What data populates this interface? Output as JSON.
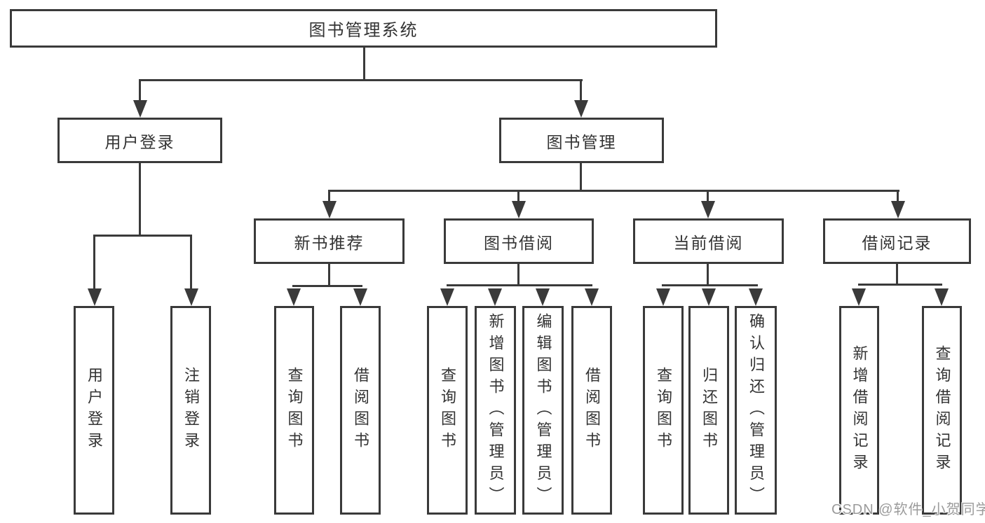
{
  "diagram": {
    "root": {
      "label": "图书管理系统"
    },
    "level1": [
      {
        "label": "用户登录"
      },
      {
        "label": "图书管理"
      }
    ],
    "level2": [
      {
        "label": "新书推荐"
      },
      {
        "label": "图书借阅"
      },
      {
        "label": "当前借阅"
      },
      {
        "label": "借阅记录"
      }
    ],
    "leaves": {
      "user_login": [
        {
          "label": "用户登录"
        },
        {
          "label": "注销登录"
        }
      ],
      "new_book_recommendation": [
        {
          "label": "查询图书"
        },
        {
          "label": "借阅图书"
        }
      ],
      "book_borrowing": [
        {
          "label": "查询图书"
        },
        {
          "label": "新增图书（管理员）"
        },
        {
          "label": "编辑图书（管理员）"
        },
        {
          "label": "借阅图书"
        }
      ],
      "current_borrowing": [
        {
          "label": "查询图书"
        },
        {
          "label": "归还图书"
        },
        {
          "label": "确认归还（管理员）"
        }
      ],
      "borrowing_records": [
        {
          "label": "新增借阅记录"
        },
        {
          "label": "查询借阅记录"
        }
      ]
    }
  },
  "watermark": {
    "text": "CSDN @软件_小贺同学"
  },
  "colors": {
    "line": "#3a3a3a",
    "text": "#333333",
    "background": "#ffffff",
    "watermark": "#9b9b9b"
  }
}
